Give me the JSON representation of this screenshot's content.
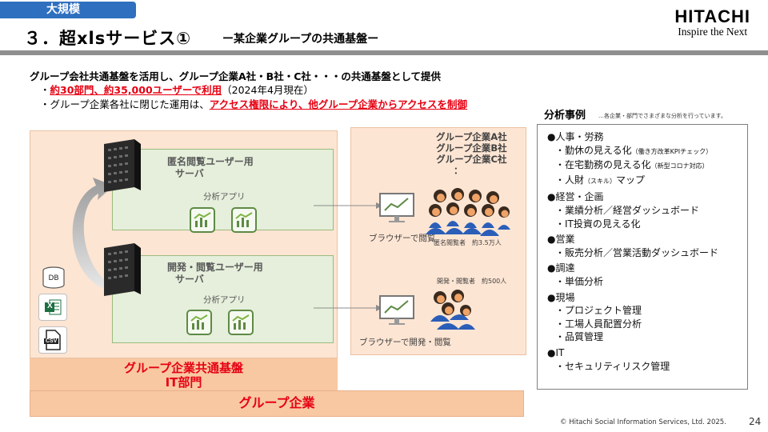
{
  "header": {
    "tag": "大規模",
    "title": "３．超xlsサービス①",
    "subtitle": "ー某企業グループの共通基盤ー"
  },
  "logo": {
    "name": "HITACHI",
    "tagline": "Inspire the Next"
  },
  "intro": {
    "lead": "グループ会社共通基盤を活用し、グループ企業A社・B社・C社・・・の共通基盤として提供",
    "bullet1_prefix": "・",
    "bullet1_emph": "約30部門、約35,000ユーザーで利用",
    "bullet1_suffix": "（2024年4月現在）",
    "bullet2_prefix": "・グループ企業各社に閉じた運用は、",
    "bullet2_emph": "アクセス権限により、他グループ企業からアクセスを制御"
  },
  "diagram": {
    "server1": {
      "title_line1": "匿名閲覧ユーザー用",
      "title_line2": "サーバ",
      "app_label": "分析アプリ"
    },
    "server2": {
      "title_line1": "開発・閲覧ユーザー用",
      "title_line2": "サーバ",
      "app_label": "分析アプリ"
    },
    "files": {
      "db": "DB",
      "excel": "X",
      "csv": "CSV"
    },
    "groups": [
      "グループ企業A社",
      "グループ企業B社",
      "グループ企業C社",
      "："
    ],
    "browser1_label": "ブラウザーで閲覧",
    "browser2_label": "ブラウザーで開発・閲覧",
    "users1_label": "匿名閲覧者　約3.5万人",
    "users2_label": "開発・閲覧者　約500人",
    "platform_line1": "グループ企業共通基盤",
    "platform_line2": "IT部門",
    "company_band": "グループ企業"
  },
  "analysis": {
    "title": "分析事例",
    "note": "…各企業・部門でさまざまな分析を行っています。",
    "categories": [
      {
        "name": "●人事・労務",
        "items": [
          {
            "text": "・勤休の見える化",
            "note": "（働き方改革KPIチェック）"
          },
          {
            "text": "・在宅勤務の見える化",
            "note": "（新型コロナ対応）"
          },
          {
            "text": "・人財",
            "note": "（スキル）",
            "tail": "マップ"
          }
        ]
      },
      {
        "name": "●経営・企画",
        "items": [
          {
            "text": "・業績分析／経営ダッシュボード"
          },
          {
            "text": "・IT投資の見える化"
          }
        ]
      },
      {
        "name": "●営業",
        "items": [
          {
            "text": "・販売分析／営業活動ダッシュボード"
          }
        ]
      },
      {
        "name": "●調達",
        "items": [
          {
            "text": "・単価分析"
          }
        ]
      },
      {
        "name": "●現場",
        "items": [
          {
            "text": "・プロジェクト管理"
          },
          {
            "text": "・工場人員配置分析"
          },
          {
            "text": "・品質管理"
          }
        ]
      },
      {
        "name": "●IT",
        "items": [
          {
            "text": "・セキュリティリスク管理"
          }
        ]
      }
    ]
  },
  "footer": {
    "copyright": "© Hitachi Social Information Services, Ltd. 2025.",
    "page": "24"
  },
  "colors": {
    "accent_blue": "#2f6fbf",
    "emphasis_red": "#e60012",
    "peach": "#fde5d3",
    "green_box": "#e5efdb"
  }
}
